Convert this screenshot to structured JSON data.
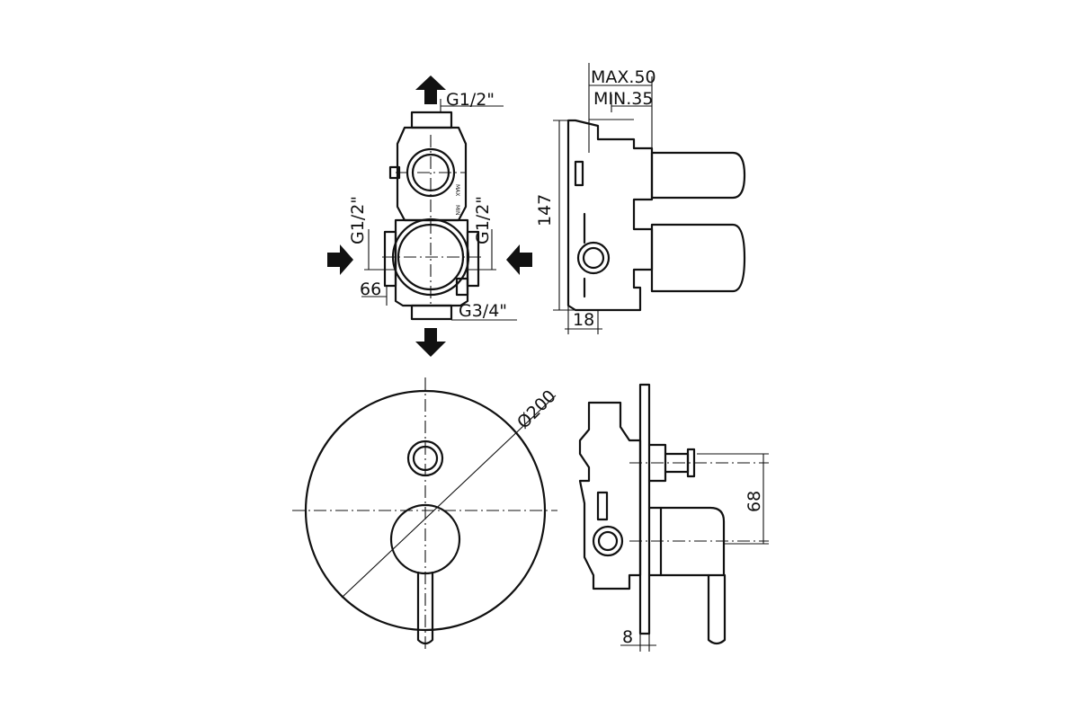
{
  "labels": {
    "top_inlet": "G1/2\"",
    "left_inlet": "G1/2\"",
    "right_inlet": "G1/2\"",
    "bottom_outlet": "G3/4\"",
    "width_66": "66",
    "height_147": "147",
    "max_depth": "MAX.50",
    "min_depth": "MIN.35",
    "depth_18": "18",
    "diameter": "Ø200",
    "offset_68": "68",
    "plate_8": "8",
    "body_mark_max": "MAX",
    "body_mark_min": "MIN"
  }
}
